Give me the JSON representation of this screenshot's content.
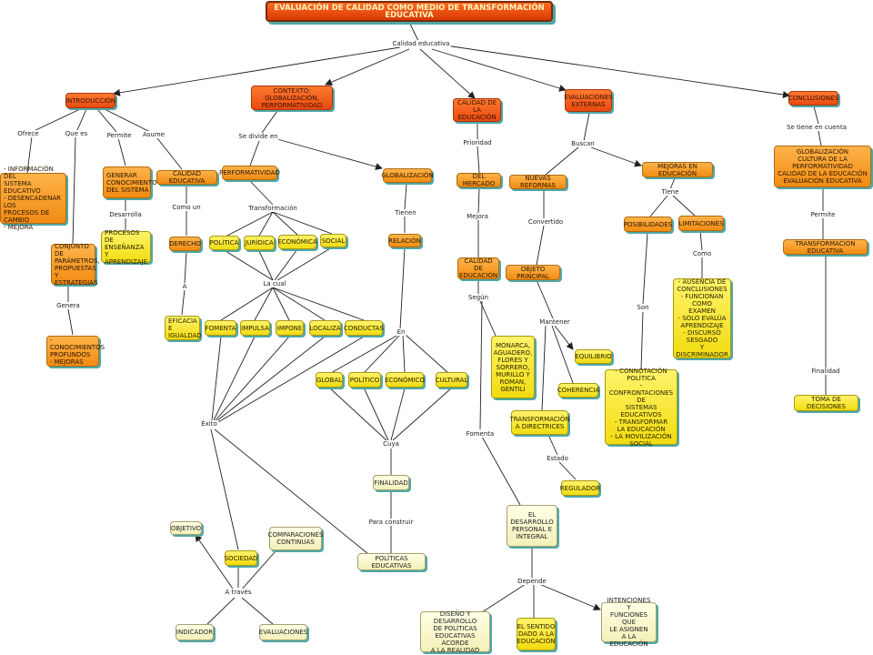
{
  "title": "EVALUACIÓN DE CALIDAD COMO MEDIO DE TRANSFORMACIÓN EDUCATIVA",
  "colors": {
    "title": "#e84a10",
    "red": "#ff7a30",
    "orange": "#ffb34a",
    "yellow": "#fff36a",
    "cream": "#ffffe6",
    "shadow": "#4fa7a7",
    "line": "#222222"
  },
  "nodes": {
    "introduccion": "INTRODUCCIÓN",
    "contexto": "CONTEXTO: GLOBALIZACIÓN,\nPERFORMATIVIDAD",
    "calidad_educacion": "CALIDAD DE LA\nEDUCACIÓN",
    "evaluaciones_externas": "EVALUACIONES\nEXTERNAS",
    "conclusiones": "CONCLUSIONES",
    "info_sistema": "- INFORMACIÓN DEL\nSISTEMA EDUCATIVO\n- DESENCADENAR LOS\nPROCESOS DE CAMBIO\n- MEJORA",
    "generar_conocimiento": "GENERAR\nCONOCIMIENTO\nDEL SISTEMA",
    "procesos_ensenanza": "PROCESOS DE\nENSEÑANZA\nY APRENDIZAJE",
    "calidad_educativa": "CALIDAD EDUCATIVA",
    "conjunto_parametros": "CONJUNTO DE\nPARÁMETROS,\nPROPUESTAS Y\nESTRATEGIAS",
    "conocimientos_profundos": "- CONOCIMIENTOS\nPROFUNDOS\n- MEJORAS",
    "derecho": "DERECHO",
    "eficacia": "EFICACIA E\nIGUALDAD",
    "performatividad": "PERFORMATIVIDAD",
    "globalizacion": "GLOBALIZACIÓN",
    "politica": "POLÍTICA",
    "juridica": "JURÍDICA",
    "economica": "ECONÓMICA",
    "social": "SOCIAL",
    "relacion": "RELACIÓN",
    "fomenta_n": "FOMENTA",
    "impulsa": "IMPULSA",
    "impone": "IMPONE",
    "localiza": "LOCALIZA",
    "conductas": "CONDUCTAS",
    "global": "GLOBAL",
    "politico": "POLÍTICO",
    "economico": "ECONÓMICO",
    "cultural": "CULTURAL",
    "finalidad_n": "FINALIDAD",
    "politicas_educativas": "POLÍTICAS EDUCATIVAS",
    "objetivo": "OBJETIVO",
    "sociedad": "SOCIEDAD",
    "comparaciones": "COMPARACIONES\nCONTINUAS",
    "indicador": "INDICADOR",
    "evaluaciones": "EVALUACIONES",
    "del_mercado": "DEL MERCADO",
    "calidad_educacion2": "CALIDAD DE\nEDUCACIÓN",
    "monarca": "MONARCA,\nAGUADERO,\nFLORES Y\nSORRERO,\nMURILLO Y\nROMAN,\nGENTILI",
    "desarrollo_personal": "EL DESARROLLO\nPERSONAL E\nINTEGRAL",
    "diseno": "DISEÑO Y DESARROLLO\nDE POLÍTICAS\nEDUCATIVAS ACORDE\nA LA REALIDAD",
    "sentido": "EL SENTIDO\nDADO A LA\nEDUCACIÓN",
    "intenciones": "INTENCIONES Y\nFUNCIONES QUE\nLE ASIGNEN\nA LA EDUCACIÓN",
    "nuevas_reformas": "NUEVAS REFORMAS",
    "objeto_principal": "OBJETO PRINCIPAL",
    "equilibrio": "EQUILIBRIO",
    "coherencia": "COHERENCIA",
    "transformacion_directrices": "TRANSFORMACIÓN\nA DIRECTRICES",
    "regulador": "REGULADOR",
    "mejoras_educacion": "MEJORAS EN EDUCACIÓN",
    "posibilidades": "POSIBILIDADES",
    "limitaciones": "LIMITACIONES",
    "ausencia": "- AUSENCIA DE\nCONCLUSIONES\n- FUNCIONAN COMO\nEXAMEN\n- SOLO EVALÚA\nAPRENDIZAJE\n- DISCURSO\nSESGADO\nY DISCRIMINADOR",
    "connotacion": "- CONNOTACIÓN\nPOLÍTICA\n- CONFRONTACIONES DE\nSISTEMAS EDUCATIVOS\n- TRANSFORMAR\nLA EDUCACIÓN\n- LA MOVILIZACIÓN\nSOCIAL",
    "glob_cultura": "GLOBALIZACIÓN\nCULTURA DE LA PERFORMATIVIDAD\nCALIDAD DE LA EDUCACIÓN\nEVALUACIÓN EDUCATIVA",
    "transformacion_educativa": "TRANSFORMACIÓN EDUCATIVA",
    "toma_decisiones": "TOMA DE DECISIONES"
  },
  "labels": {
    "calidad_educativa_root": "Calidad educativa",
    "ofrece": "Ofrece",
    "que_es": "Que es",
    "permite_1": "Permite",
    "asume": "Asume",
    "desarrolla": "Desarrolla",
    "genera": "Genera",
    "como_un": "Como un",
    "a": "A",
    "se_divide_en": "Se divide en",
    "transformacion": "Transformación",
    "tienen": "Tienen",
    "la_cual": "La cual",
    "en": "En",
    "exito": "Éxito",
    "cuya": "Cuya",
    "para_construir": "Para construir",
    "a_traves": "A través",
    "prioridad": "Prioridad",
    "mejora": "Mejora",
    "segun": "Según",
    "fomenta": "Fomenta",
    "depende": "Depende",
    "buscan": "Buscan",
    "convertido": "Convertido",
    "mantener": "Mantener",
    "estado": "Estado",
    "tiene": "Tiene",
    "son": "Son",
    "como": "Como",
    "se_tiene_en_cuenta": "Se tiene en cuenta",
    "permite_2": "Permite",
    "finalidad": "Finalidad"
  }
}
